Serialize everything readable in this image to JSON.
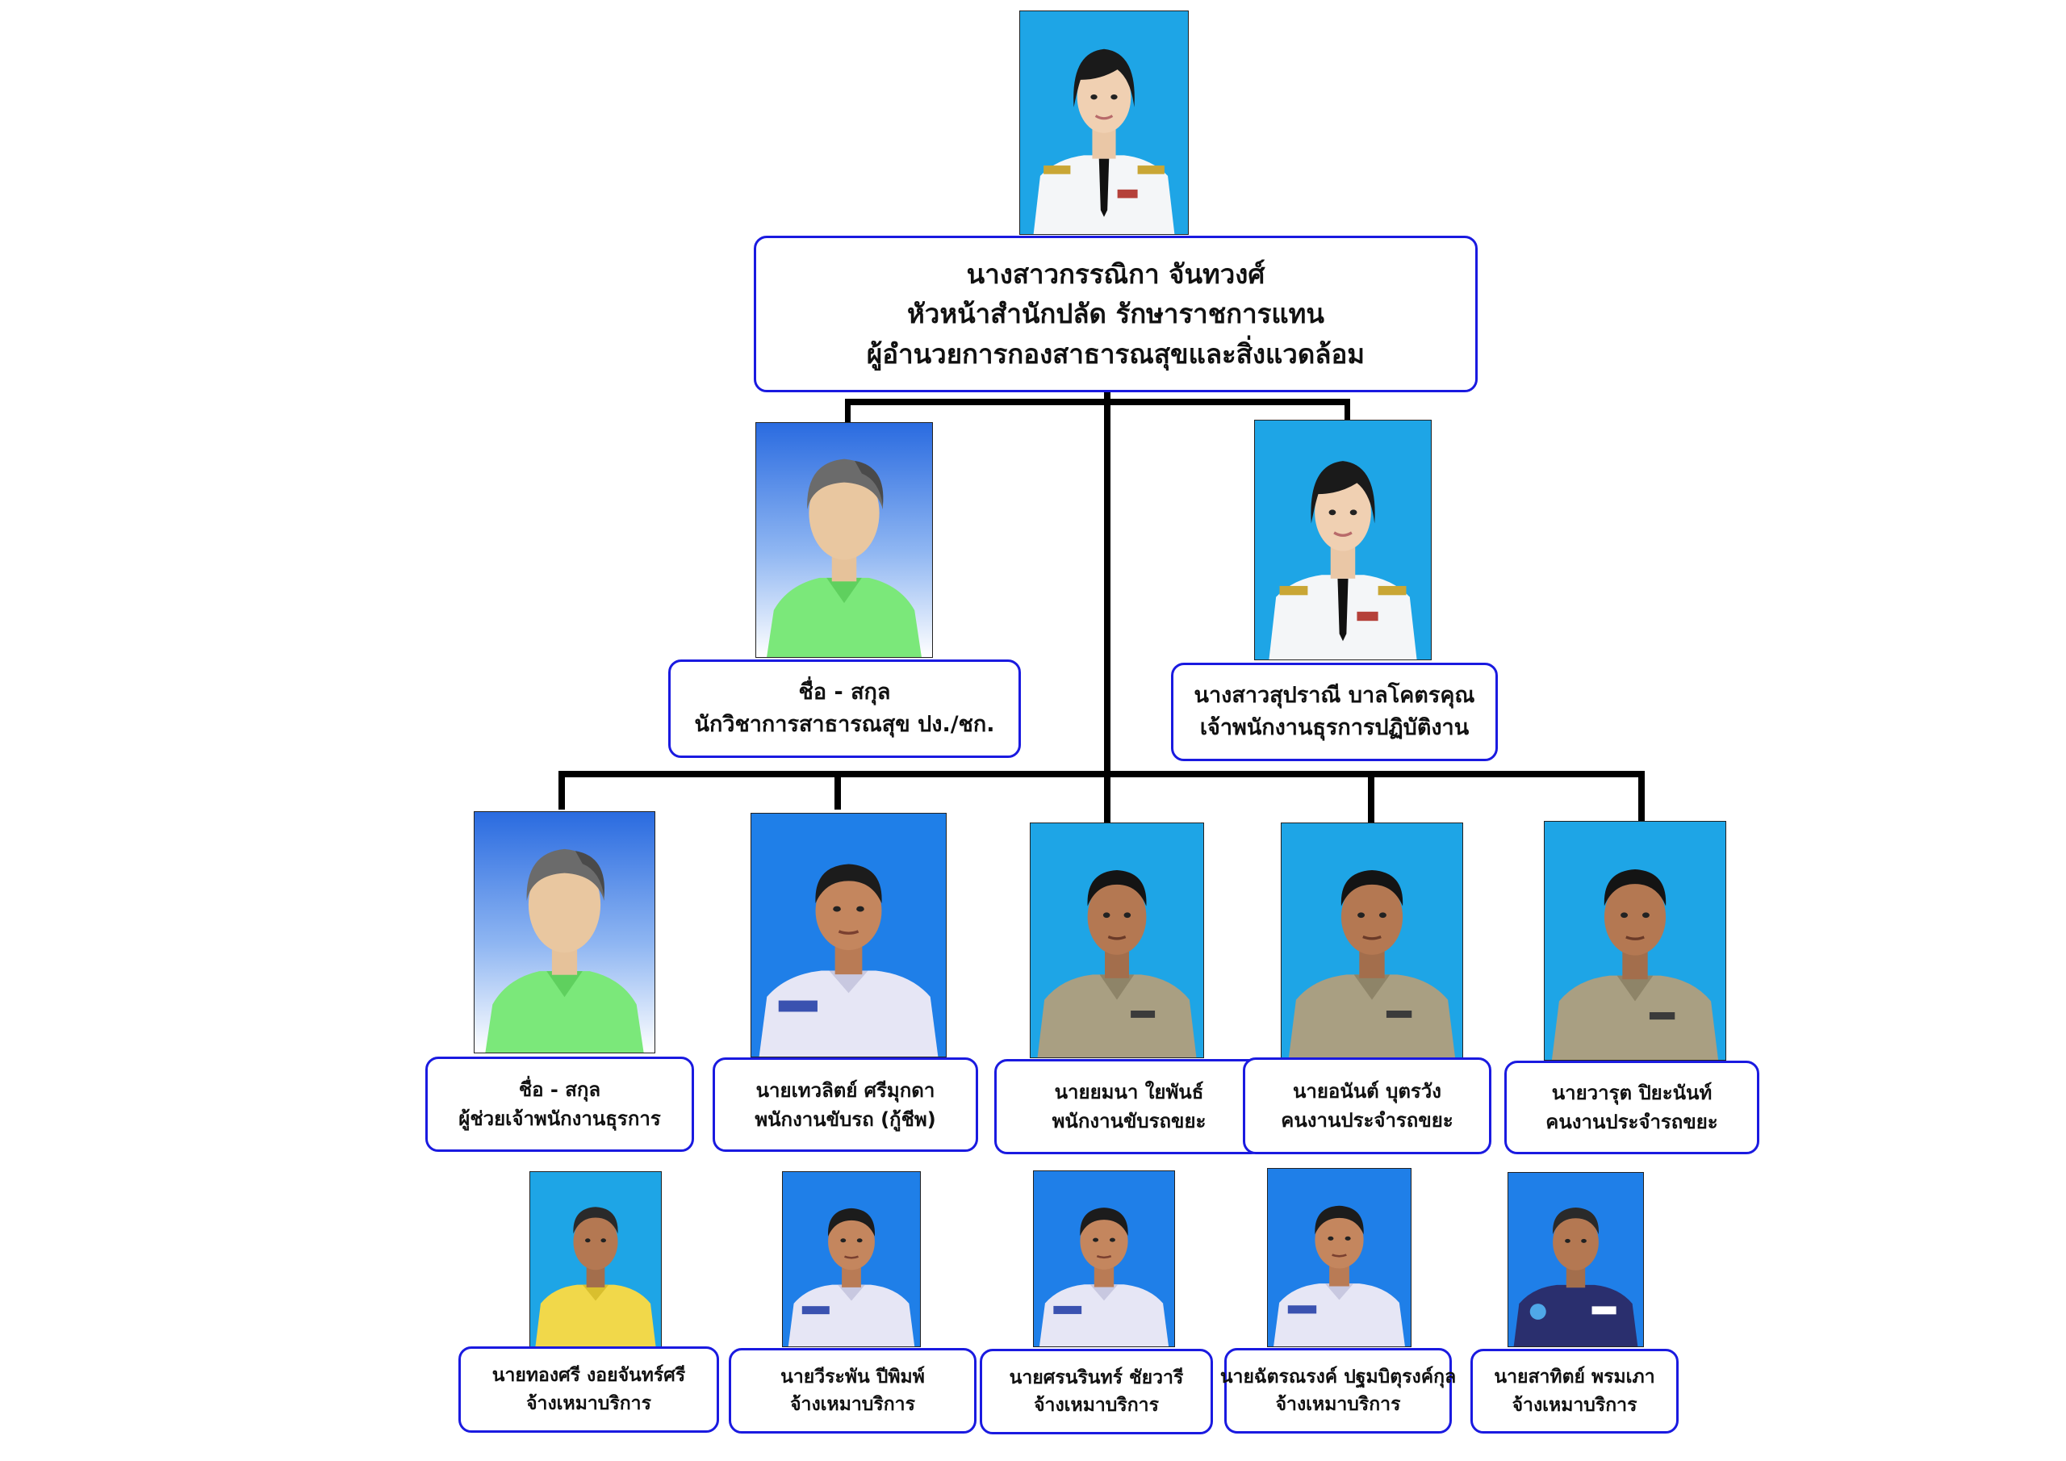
{
  "head": {
    "name": "นางสาวกรรณิกา  จันทวงศ์",
    "title_line1": "หัวหน้าสำนักปลัด  รักษาราชการแทน",
    "title_line2": "ผู้อำนวยการกองสาธารณสุขและสิ่งแวดล้อม"
  },
  "level2": [
    {
      "name": "ชื่อ - สกุล",
      "position": "นักวิชาการสาธารณสุข ปง./ชก."
    },
    {
      "name": "นางสาวสุปราณี  บาลโคตรคุณ",
      "position": "เจ้าพนักงานธุรการปฏิบัติงาน"
    }
  ],
  "level3": [
    {
      "name": "ชื่อ - สกุล",
      "position": "ผู้ช่วยเจ้าพนักงานธุรการ"
    },
    {
      "name": "นายเทวลิตย์  ศรีมุกดา",
      "position": "พนักงานขับรถ (กู้ชีพ)"
    },
    {
      "name": "นายยมนา  ใยพันธ์",
      "position": "พนักงานขับรถขยะ"
    },
    {
      "name": "นายอนันต์  บุตรวัง",
      "position": "คนงานประจำรถขยะ"
    },
    {
      "name": "นายวารุต  ปิยะนันท์",
      "position": "คนงานประจำรถขยะ"
    }
  ],
  "level4": [
    {
      "name": "นายทองศรี  งอยจันทร์ศรี",
      "position": "จ้างเหมาบริการ"
    },
    {
      "name": "นายวีระพัน  ปีพิมพ์",
      "position": "จ้างเหมาบริการ"
    },
    {
      "name": "นายศรนรินทร์  ชัยวารี",
      "position": "จ้างเหมาบริการ"
    },
    {
      "name": "นายฉัตรณรงค์ ปฐมบิตุรงค์กุล",
      "position": "จ้างเหมาบริการ"
    },
    {
      "name": "นายสาทิตย์  พรมเภา",
      "position": "จ้างเหมาบริการ"
    }
  ],
  "colors": {
    "box_border": "#1a1ae0",
    "connector": "#000000",
    "photo_bg_light": "#1ea5e6",
    "photo_bg_blue": "#1f7fe8",
    "placeholder_shirt": "#7be87a"
  },
  "icons": {
    "placeholder": "person-silhouette-placeholder-icon",
    "portrait": "person-portrait-icon"
  }
}
